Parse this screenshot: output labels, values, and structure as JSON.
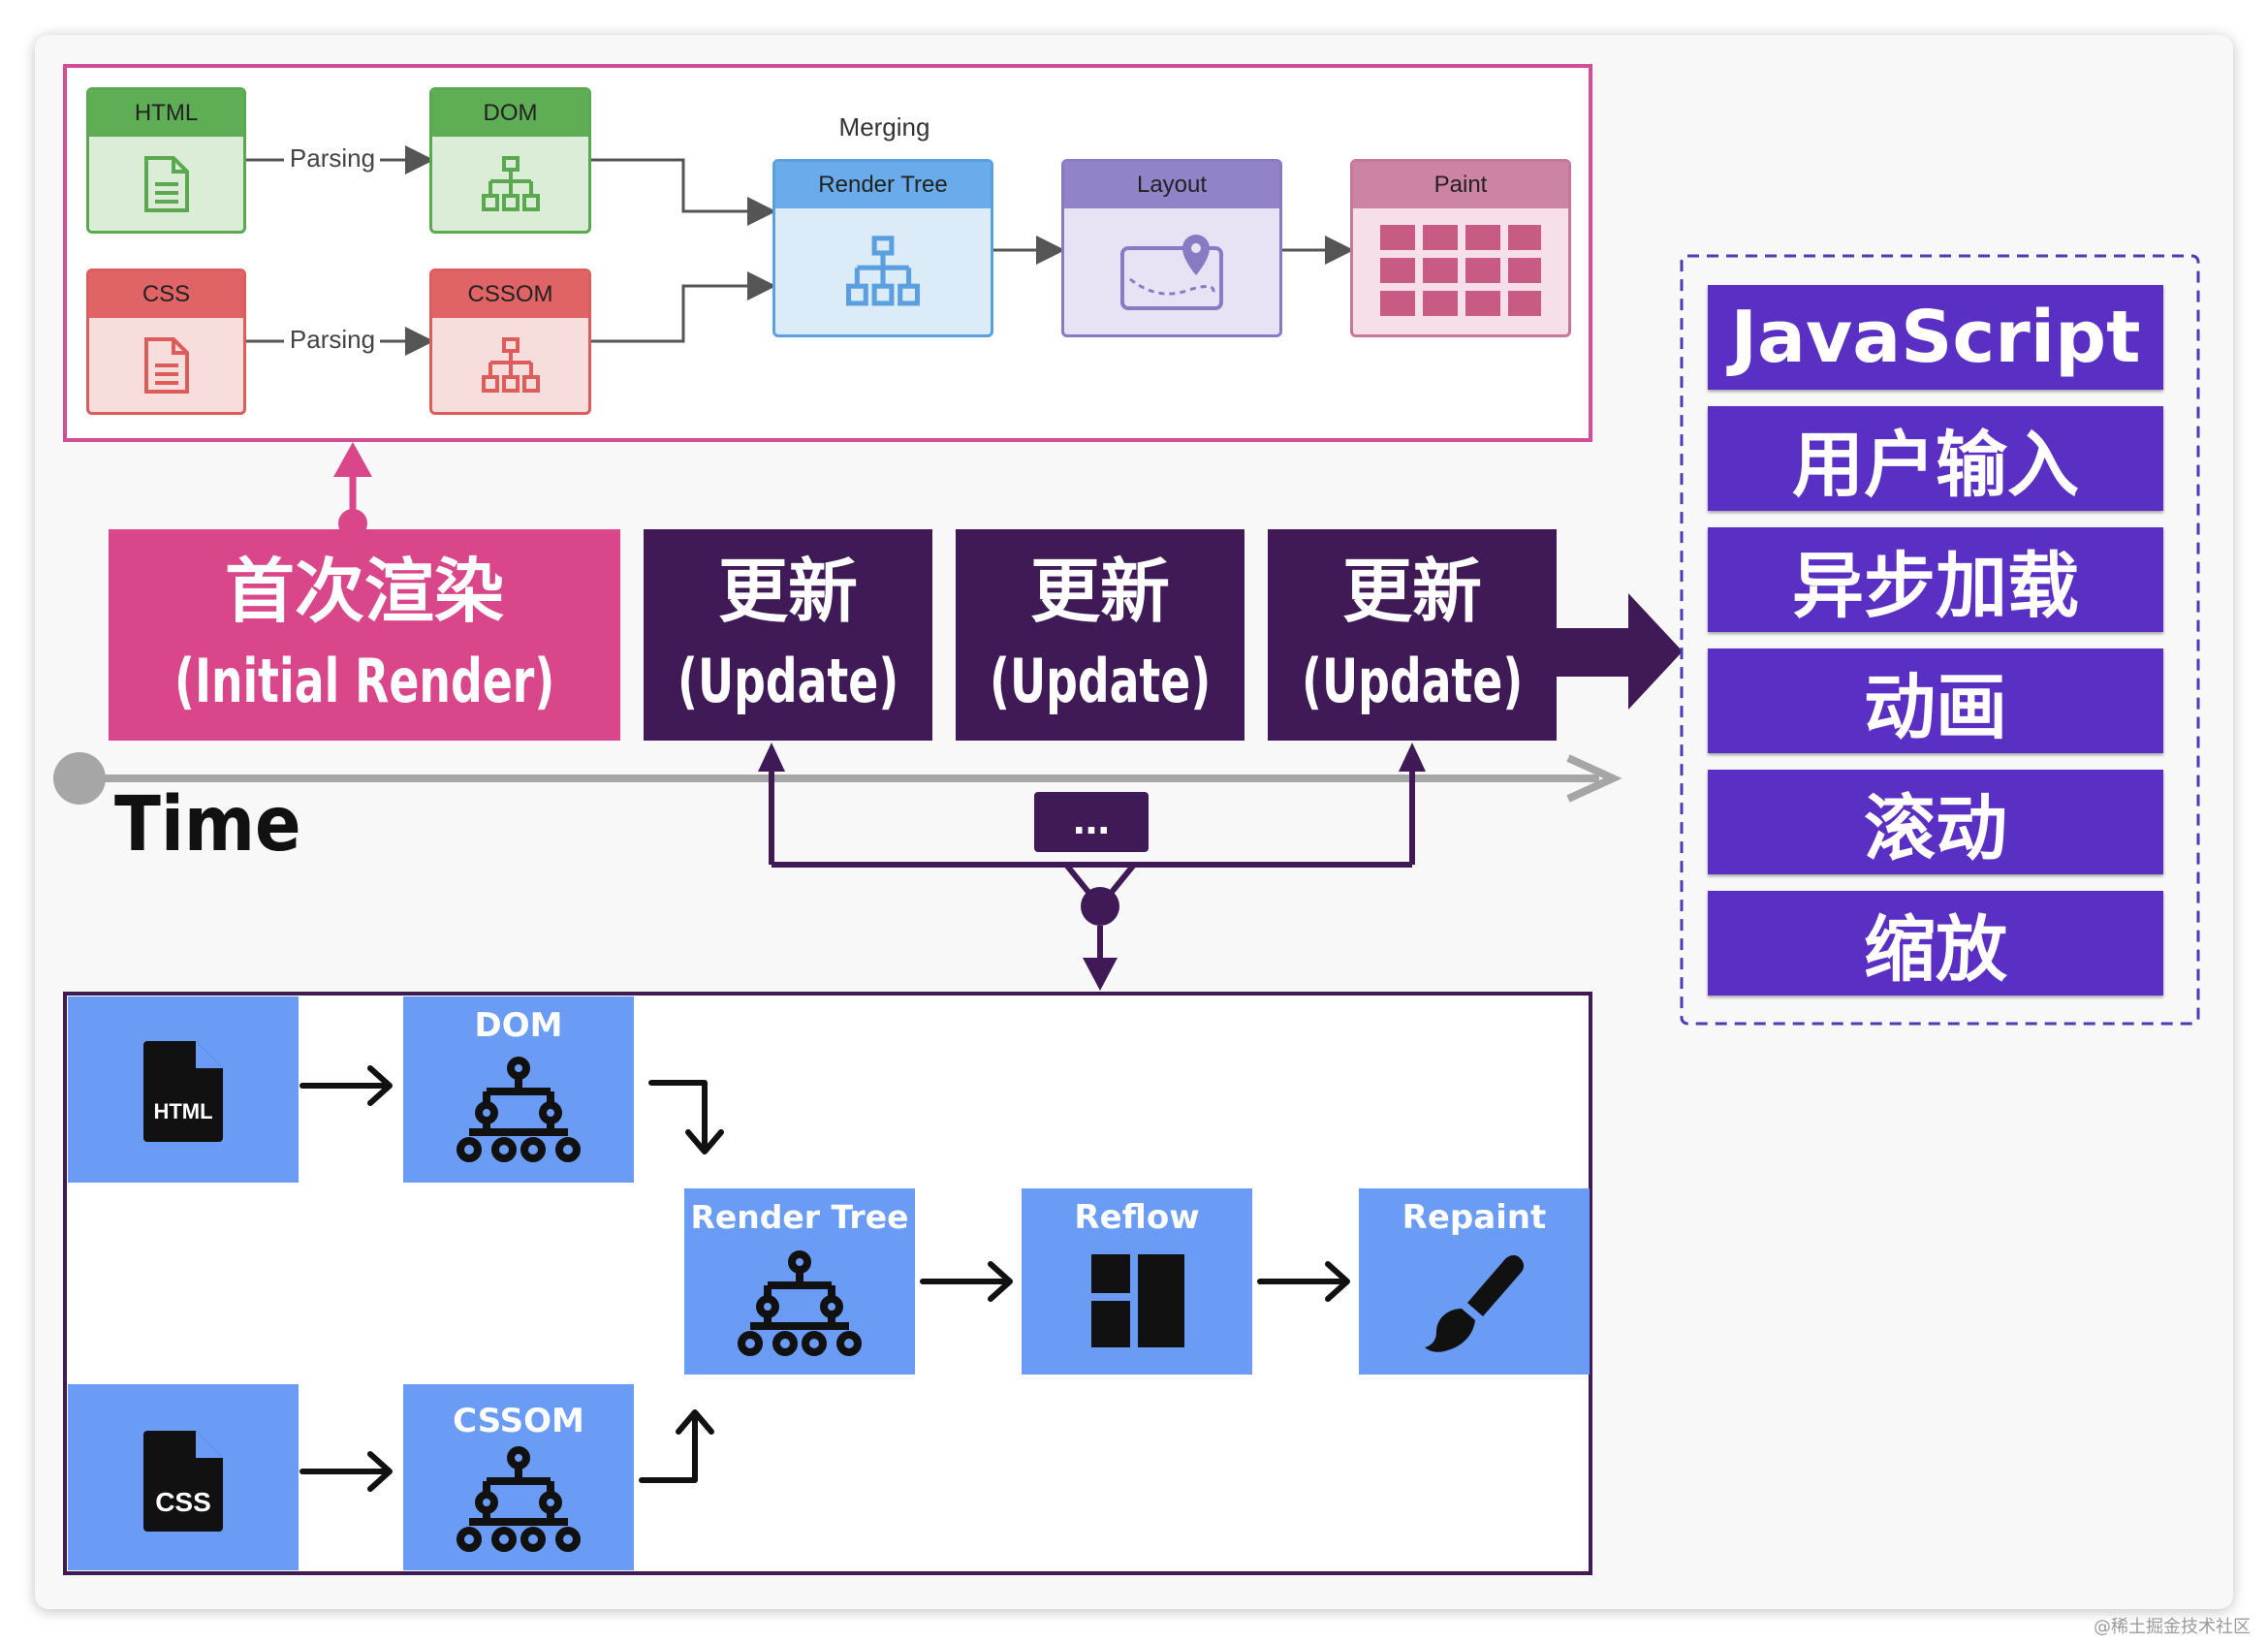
{
  "top_pipeline": {
    "html": "HTML",
    "dom": "DOM",
    "css": "CSS",
    "cssom": "CSSOM",
    "parsing_1": "Parsing",
    "parsing_2": "Parsing",
    "merging": "Merging",
    "render_tree": "Render Tree",
    "layout": "Layout",
    "paint": "Paint"
  },
  "timeline": {
    "initial": {
      "line1": "首次渲染",
      "line2": "(Initial Render)"
    },
    "updates": [
      {
        "line1": "更新",
        "line2": "(Update)"
      },
      {
        "line1": "更新",
        "line2": "(Update)"
      },
      {
        "line1": "更新",
        "line2": "(Update)"
      }
    ],
    "time_label": "Time",
    "ellipsis": "..."
  },
  "events": [
    "JavaScript",
    "用户输入",
    "异步加载",
    "动画",
    "滚动",
    "缩放"
  ],
  "bottom_pipeline": {
    "html_file": "HTML",
    "css_file": "CSS",
    "dom": "DOM",
    "cssom": "CSSOM",
    "render_tree": "Render Tree",
    "reflow": "Reflow",
    "repaint": "Repaint"
  },
  "watermark": "@稀土掘金技术社区",
  "colors": {
    "initial_render": "#d9478a",
    "update": "#3f1a57",
    "event": "#5a2fc4",
    "bottom_box": "#6b9cf5",
    "top_frame": "#d24d97"
  }
}
